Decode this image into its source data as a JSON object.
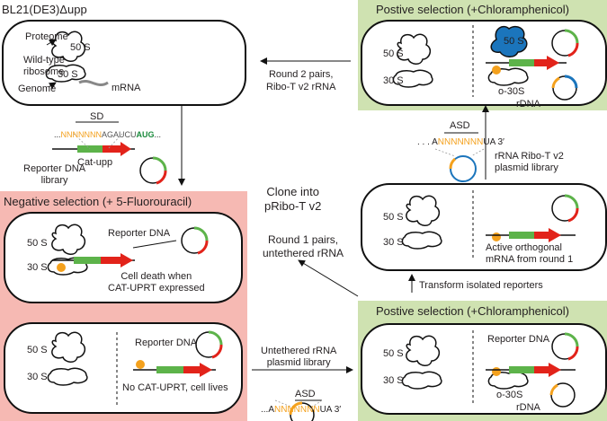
{
  "colors": {
    "negative_bg": "#f6b9b3",
    "positive_bg": "#cfe2b1",
    "green": "#5db34a",
    "red": "#e2231a",
    "orange": "#f4a11d",
    "blue": "#1b75bc",
    "dark_green_text": "#1a8a3c"
  },
  "top_left": {
    "strain": "BL21(DE3)Δupp",
    "proteome": "Proteome",
    "wild_type": "Wild-type",
    "ribosome": "ribosome",
    "genome": "Genome",
    "mrna": "mRNA",
    "s50": "50 S",
    "s30": "30 S"
  },
  "reporter": {
    "sd": "SD",
    "seq_prefix": "...",
    "seq_n": "NNNNNNN",
    "seq_mid": "AGAUCU",
    "seq_aug": "AUG",
    "seq_suffix": "...",
    "gene": "Cat-upp",
    "library": "Reporter DNA\nlibrary"
  },
  "negative": {
    "title": "Negative selection (+ 5-Fluorouracil)",
    "s50a": "50 S",
    "s30a": "30 S",
    "reporter_dna_a": "Reporter DNA",
    "death": "Cell death when\nCAT-UPRT expressed",
    "s50b": "50 S",
    "s30b": "30 S",
    "reporter_dna_b": "Reporter DNA",
    "lives": "No CAT-UPRT, cell lives"
  },
  "center": {
    "round2": "Round 2 pairs,\nRibo-T v2 rRNA",
    "clone": "Clone into\npRibo-T v2",
    "round1": "Round 1 pairs,\nuntethered rRNA",
    "untethered": "Untethered rRNA\nplasmid library",
    "asd": "ASD",
    "seq_prefix": "...A",
    "seq_n": "NNNNNNN",
    "seq_suffix": "UA  3′"
  },
  "positive_top": {
    "title": "Postive selection (+Chloramphenicol)",
    "s50": "50 S",
    "s30": "30 S",
    "s50_blue": "50 S",
    "o30s": "o-30S",
    "rdna": "rDNA"
  },
  "ribo_library": {
    "asd": "ASD",
    "seq_prefix": ". . . A",
    "seq_n": "NNNNNNN",
    "seq_suffix": "UA  3′",
    "label": "rRNA Ribo-T v2\nplasmid library"
  },
  "middle_right": {
    "s50": "50 S",
    "s30": "30 S",
    "active": "Active orthogonal\nmRNA from round 1"
  },
  "transform": "Transform isolated reporters",
  "positive_bottom": {
    "title": "Postive selection (+Chloramphenicol)",
    "s50": "50 S",
    "s30": "30 S",
    "reporter_dna": "Reporter DNA",
    "o30s": "o-30S",
    "rdna": "rDNA"
  }
}
